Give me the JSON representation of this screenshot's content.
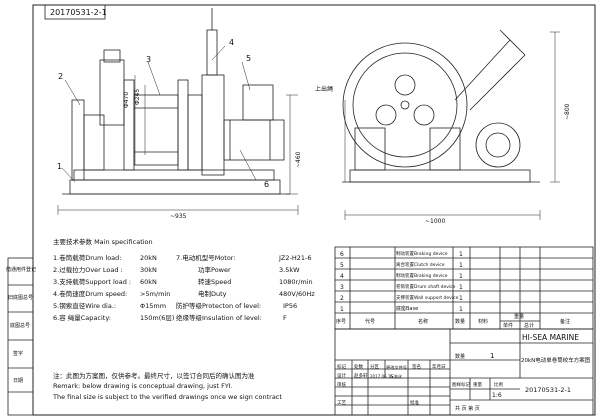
{
  "drawing_number": "20170531-2-1",
  "part_numbers": [
    "1",
    "2",
    "3",
    "4",
    "5",
    "6"
  ],
  "dims": {
    "h470": "Φ470",
    "h245": "Φ245",
    "h460": "~460",
    "w935": "~935",
    "w1000": "~1000",
    "h800": "~800",
    "top_wire": "上出绳"
  },
  "spec": {
    "title": "主要技术参数 Main specification",
    "rows": [
      {
        "left": "1.卷筒载荷Drum load:",
        "lval": "20kN",
        "right": "7.电动机型号Motor:",
        "rval": "JZ2-H21-6"
      },
      {
        "left": "2.过载拉力Over Load :",
        "lval": "30kN",
        "right": "功率Power",
        "rval": "3.5kW"
      },
      {
        "left": "3.支持载荷Support load :",
        "lval": "60kN",
        "right": "转速Speed",
        "rval": "1080r/min"
      },
      {
        "left": "4.卷筒速度Drum speed:",
        "lval": ">5m/min",
        "right": "电制Duty",
        "rval": "480V/60Hz"
      },
      {
        "left": "5.钢索直径Wire dia.:",
        "lval": "Φ15mm",
        "right": "防护等级Protecton of level:",
        "rval": "IP56"
      },
      {
        "left": "6.容 绳量Capacity:",
        "lval": "150m(6层)",
        "right": "绝缘等级Insulation of level:",
        "rval": "F"
      }
    ],
    "remark_cn": "注：此图为方案图，仅供参考。最终尺寸，以签订合同后的确认图为准",
    "remark_en1": "Remark: below drawing is conceptual drawing, just FYI.",
    "remark_en2": "The final size is subject to the verified drawings once we sign contract"
  },
  "left_labels": [
    "借通用件登记",
    "旧底图总号",
    "底图总号",
    "签字",
    "日期"
  ],
  "bom": {
    "rows": [
      {
        "no": "6",
        "name": "制动装置Braking device",
        "qty": "1"
      },
      {
        "no": "5",
        "name": "离合装置Clutch device",
        "qty": "1"
      },
      {
        "no": "4",
        "name": "制动装置Braking device",
        "qty": "1"
      },
      {
        "no": "3",
        "name": "卷筒装置Drum shaft device",
        "qty": "1"
      },
      {
        "no": "2",
        "name": "支撑装置Wall support device",
        "qty": "1"
      },
      {
        "no": "1",
        "name": "底座Base",
        "qty": "1"
      }
    ],
    "header": [
      "序号",
      "代号",
      "名称",
      "数量",
      "材料",
      "单件",
      "总计",
      "备注"
    ],
    "weight_label": "重量"
  },
  "title_block": {
    "company": "HI-SEA MARINE",
    "qty_label": "数量",
    "qty_value": "1",
    "drawing_title": "20kN电动单卷筒绞车方案图",
    "tags": [
      "图样标记",
      "重量",
      "比例"
    ],
    "scale": "1:6",
    "drawing_no": "20170531-2-1",
    "sheet": "共 页 第 页",
    "rev_headers": [
      "标记",
      "处数",
      "分区",
      "更改文件号",
      "签名",
      "年月日"
    ],
    "roles": [
      "设计",
      "审核",
      "工艺",
      "标准化",
      "批准"
    ],
    "designer": "赵多轩",
    "date": "2017.06.15",
    "sign": "标准化"
  }
}
